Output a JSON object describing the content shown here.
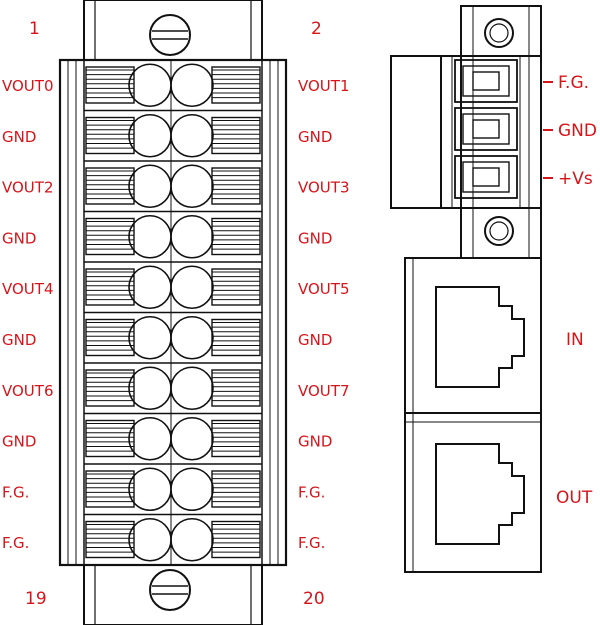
{
  "colors": {
    "label": "#d7141a",
    "line": "#111111",
    "background": "#ffffff"
  },
  "terminal_block": {
    "pin_number_top_left": "1",
    "pin_number_top_right": "2",
    "pin_number_bottom_left": "19",
    "pin_number_bottom_right": "20",
    "left_labels": [
      "VOUT0",
      "GND",
      "VOUT2",
      "GND",
      "VOUT4",
      "GND",
      "VOUT6",
      "GND",
      "F.G.",
      "F.G."
    ],
    "right_labels": [
      "VOUT1",
      "GND",
      "VOUT3",
      "GND",
      "VOUT5",
      "GND",
      "VOUT7",
      "GND",
      "F.G.",
      "F.G."
    ]
  },
  "power_connector": {
    "labels": [
      "F.G.",
      "GND",
      "+Vs"
    ]
  },
  "network_ports": {
    "in_label": "IN",
    "out_label": "OUT"
  }
}
